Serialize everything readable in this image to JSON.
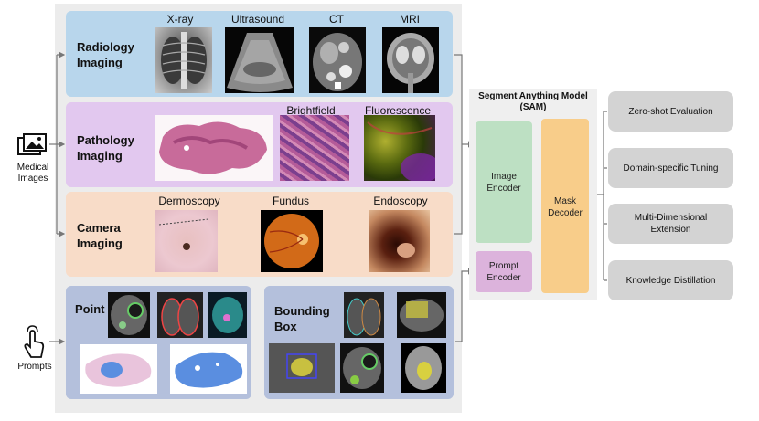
{
  "inputs": {
    "medical_images_label": "Medical\nImages",
    "prompts_label": "Prompts"
  },
  "radiology": {
    "title": "Radiology\nImaging",
    "modalities": [
      "X-ray",
      "Ultrasound",
      "CT",
      "MRI"
    ]
  },
  "pathology": {
    "title": "Pathology\nImaging",
    "modalities": [
      "Brightfield",
      "Fluorescence"
    ]
  },
  "camera": {
    "title": "Camera\nImaging",
    "modalities": [
      "Dermoscopy",
      "Fundus",
      "Endoscopy"
    ]
  },
  "prompts": {
    "point_title": "Point",
    "bbox_title": "Bounding\nBox"
  },
  "sam": {
    "title": "Segment Anything Model\n(SAM)",
    "image_encoder": "Image\nEncoder",
    "prompt_encoder": "Prompt\nEncoder",
    "mask_decoder": "Mask\nDecoder"
  },
  "outputs": [
    "Zero-shot Evaluation",
    "Domain-specific Tuning",
    "Multi-Dimensional\nExtension",
    "Knowledge Distillation"
  ],
  "colors": {
    "radiology_panel": "#b8d6ec",
    "pathology_panel": "#e2c8ef",
    "camera_panel": "#f8dcc8",
    "prompt_panel": "#b4c0dc",
    "image_encoder": "#bde0c3",
    "prompt_encoder": "#dcb3dc",
    "mask_decoder": "#f8cd8a",
    "output_box": "#d3d3d3"
  }
}
